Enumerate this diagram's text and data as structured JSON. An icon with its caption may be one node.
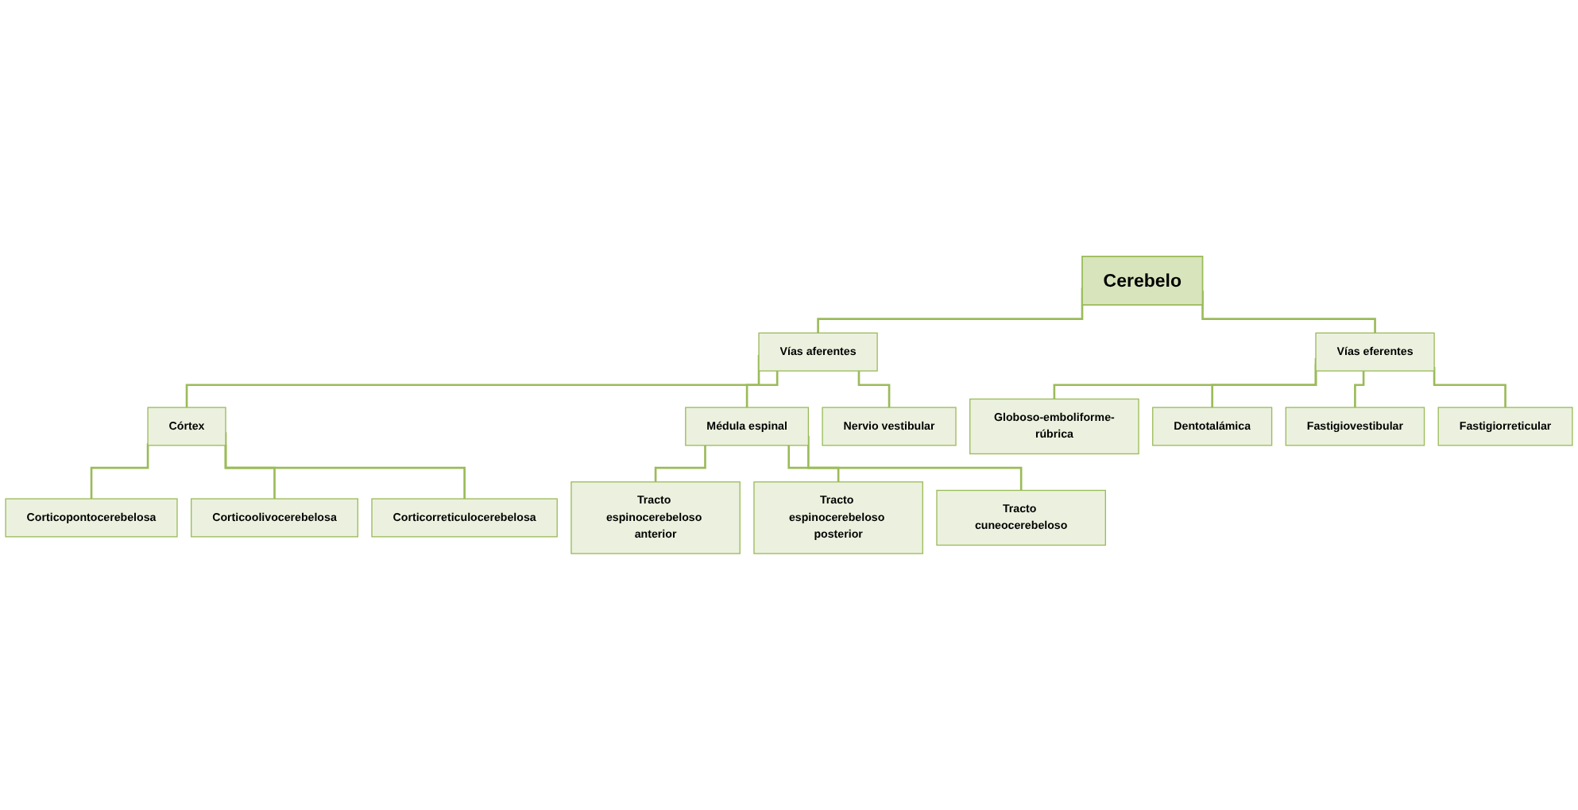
{
  "diagram": {
    "nodes": [
      {
        "text": [
          "Cerebelo"
        ]
      },
      {
        "text": [
          "Vías aferentes"
        ]
      },
      {
        "text": [
          "Vías eferentes"
        ]
      },
      {
        "text": [
          "Córtex"
        ]
      },
      {
        "text": [
          "Médula espinal"
        ]
      },
      {
        "text": [
          "Nervio vestibular"
        ]
      },
      {
        "text": [
          "Corticopontocerebelosa"
        ]
      },
      {
        "text": [
          "Corticoolivocerebelosa"
        ]
      },
      {
        "text": [
          "Corticorreticulocerebelosa"
        ]
      },
      {
        "text": [
          "Tracto espinocerebeloso anterior"
        ]
      },
      {
        "text": [
          "Tracto espinocerebeloso posterior"
        ]
      },
      {
        "text": [
          "Tracto cuneocerebeloso"
        ]
      },
      {
        "text": [
          "Globoso-emboliforme-rúbrica"
        ]
      },
      {
        "text": [
          "Dentotalámica"
        ]
      },
      {
        "text": [
          "Fastigiovestibular"
        ]
      },
      {
        "text": [
          "Fastigiorreticular"
        ]
      }
    ],
    "edges": [
      {
        "from": 0,
        "to": 1,
        "arrow": "none"
      },
      {
        "from": 0,
        "to": 2,
        "arrow": "none"
      },
      {
        "from": 1,
        "to": 3,
        "arrow": "none"
      },
      {
        "from": 1,
        "to": 4,
        "arrow": "none"
      },
      {
        "from": 1,
        "to": 5,
        "arrow": "none"
      },
      {
        "from": 3,
        "to": 6,
        "arrow": "none"
      },
      {
        "from": 3,
        "to": 7,
        "arrow": "none"
      },
      {
        "from": 3,
        "to": 8,
        "arrow": "none"
      },
      {
        "from": 4,
        "to": 9,
        "arrow": "none"
      },
      {
        "from": 4,
        "to": 10,
        "arrow": "none"
      },
      {
        "from": 4,
        "to": 11,
        "arrow": "none"
      },
      {
        "from": 2,
        "to": 12,
        "arrow": "none"
      },
      {
        "from": 2,
        "to": 13,
        "arrow": "none"
      },
      {
        "from": 2,
        "to": 14,
        "arrow": "none"
      },
      {
        "from": 2,
        "to": 15,
        "arrow": "none"
      }
    ]
  }
}
